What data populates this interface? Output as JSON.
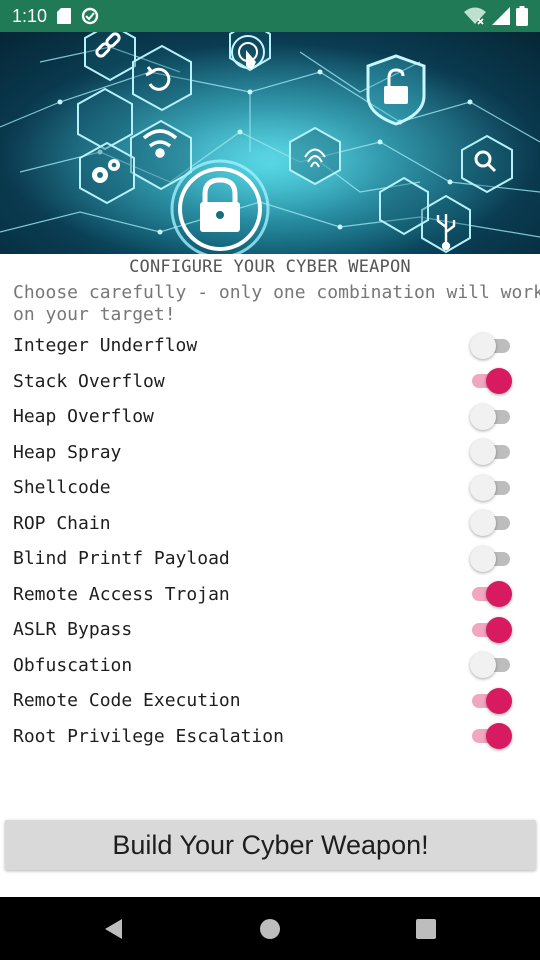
{
  "status_bar": {
    "time": "1:10",
    "icons": [
      "sd-card-icon",
      "data-saver-icon",
      "wifi-icon",
      "signal-icon",
      "battery-icon"
    ]
  },
  "banner": {
    "icons": [
      "link-icon",
      "refresh-icon",
      "touch-icon",
      "unlock-shield-icon",
      "wifi-icon",
      "gears-icon",
      "fingerprint-icon",
      "search-icon",
      "padlock-icon",
      "usb-icon"
    ]
  },
  "header": {
    "title": "CONFIGURE YOUR CYBER WEAPON",
    "subtitle_line1": "Choose carefully - only one combination will work",
    "subtitle_line2": "on your target!"
  },
  "options": [
    {
      "label": "Integer Underflow",
      "checked": false
    },
    {
      "label": "Stack Overflow",
      "checked": true
    },
    {
      "label": "Heap Overflow",
      "checked": false
    },
    {
      "label": "Heap Spray",
      "checked": false
    },
    {
      "label": "Shellcode",
      "checked": false
    },
    {
      "label": "ROP Chain",
      "checked": false
    },
    {
      "label": "Blind Printf Payload",
      "checked": false
    },
    {
      "label": "Remote Access Trojan",
      "checked": true
    },
    {
      "label": "ASLR Bypass",
      "checked": true
    },
    {
      "label": "Obfuscation",
      "checked": false
    },
    {
      "label": "Remote Code Execution",
      "checked": true
    },
    {
      "label": "Root Privilege Escalation",
      "checked": true
    }
  ],
  "build_button": {
    "label": "Build Your Cyber Weapon!"
  },
  "nav_bar": {
    "icons": [
      "back-icon",
      "home-icon",
      "recents-icon"
    ]
  },
  "colors": {
    "status_bar": "#1f7a55",
    "switch_on_thumb": "#d81b60",
    "switch_on_track": "#f3a6c0",
    "switch_off_thumb": "#f1f1f1",
    "switch_off_track": "#bdbdbd",
    "button_bg": "#d9d9d9"
  }
}
